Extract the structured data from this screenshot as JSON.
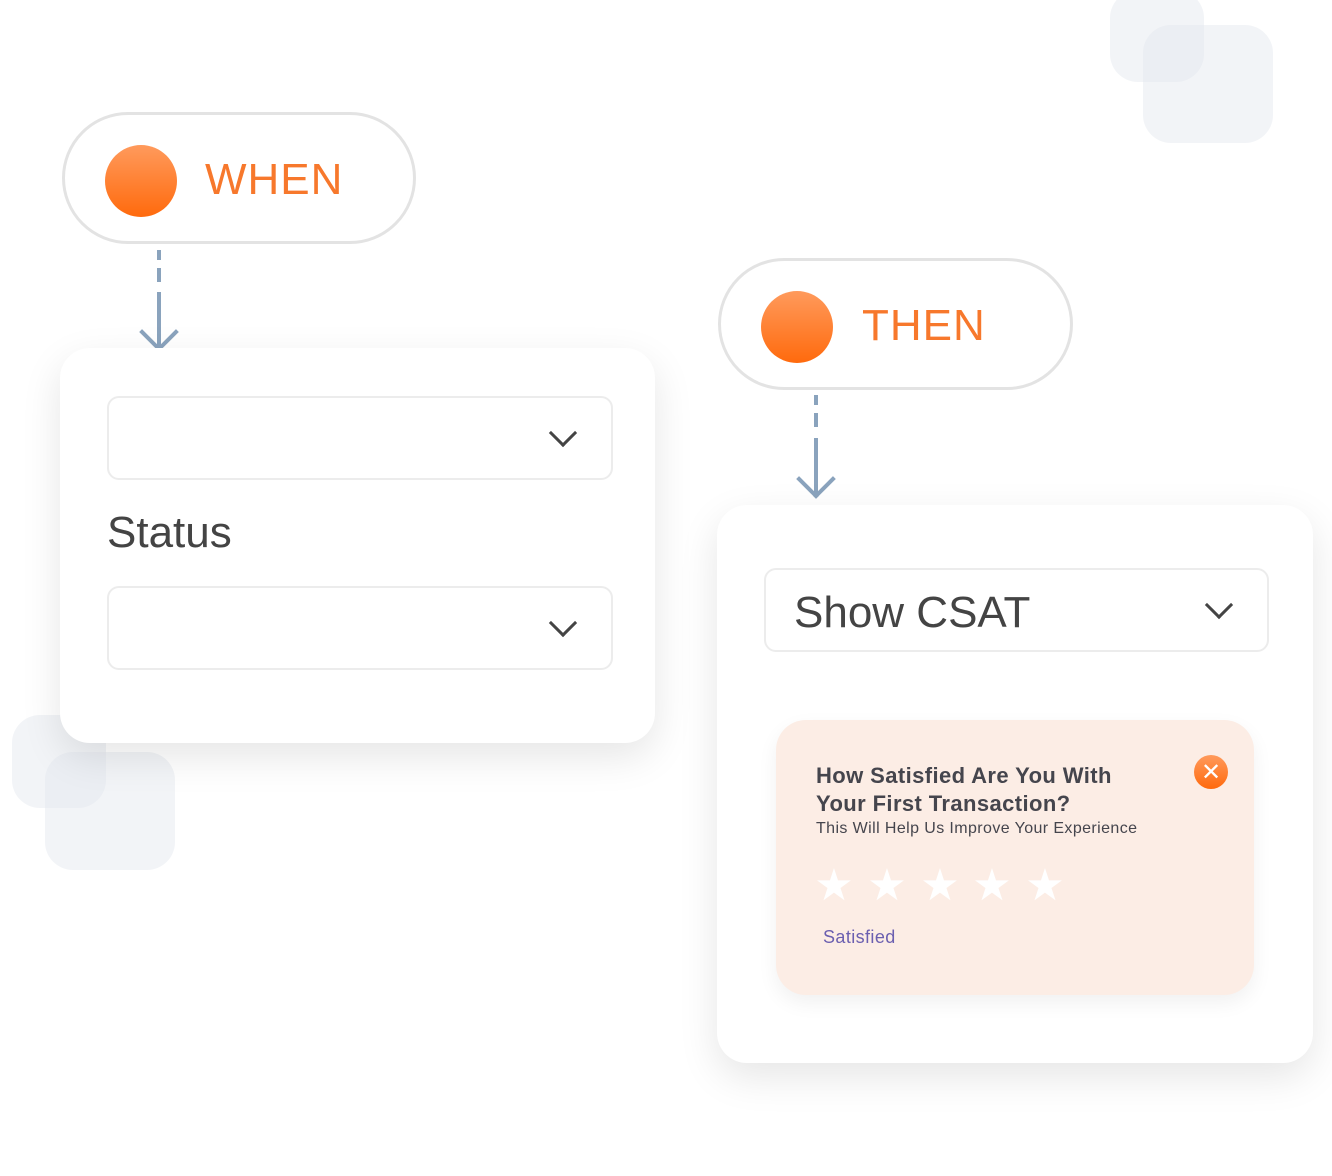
{
  "when": {
    "label": "WHEN"
  },
  "then": {
    "label": "THEN"
  },
  "condition_card": {
    "field_label": "Status"
  },
  "action_card": {
    "selected_action": "Show CSAT",
    "csat_popup": {
      "question": "How Satisfied Are You With Your First Transaction?",
      "subtitle": "This Will Help Us Improve Your Experience",
      "rating_max": 5,
      "rating_value": 0,
      "rating_label": "Satisfied"
    }
  },
  "colors": {
    "accent": "#f7782c",
    "connector": "#8aa3bd",
    "popup_bg": "#fcede5",
    "rating_label": "#6b5fb0"
  }
}
